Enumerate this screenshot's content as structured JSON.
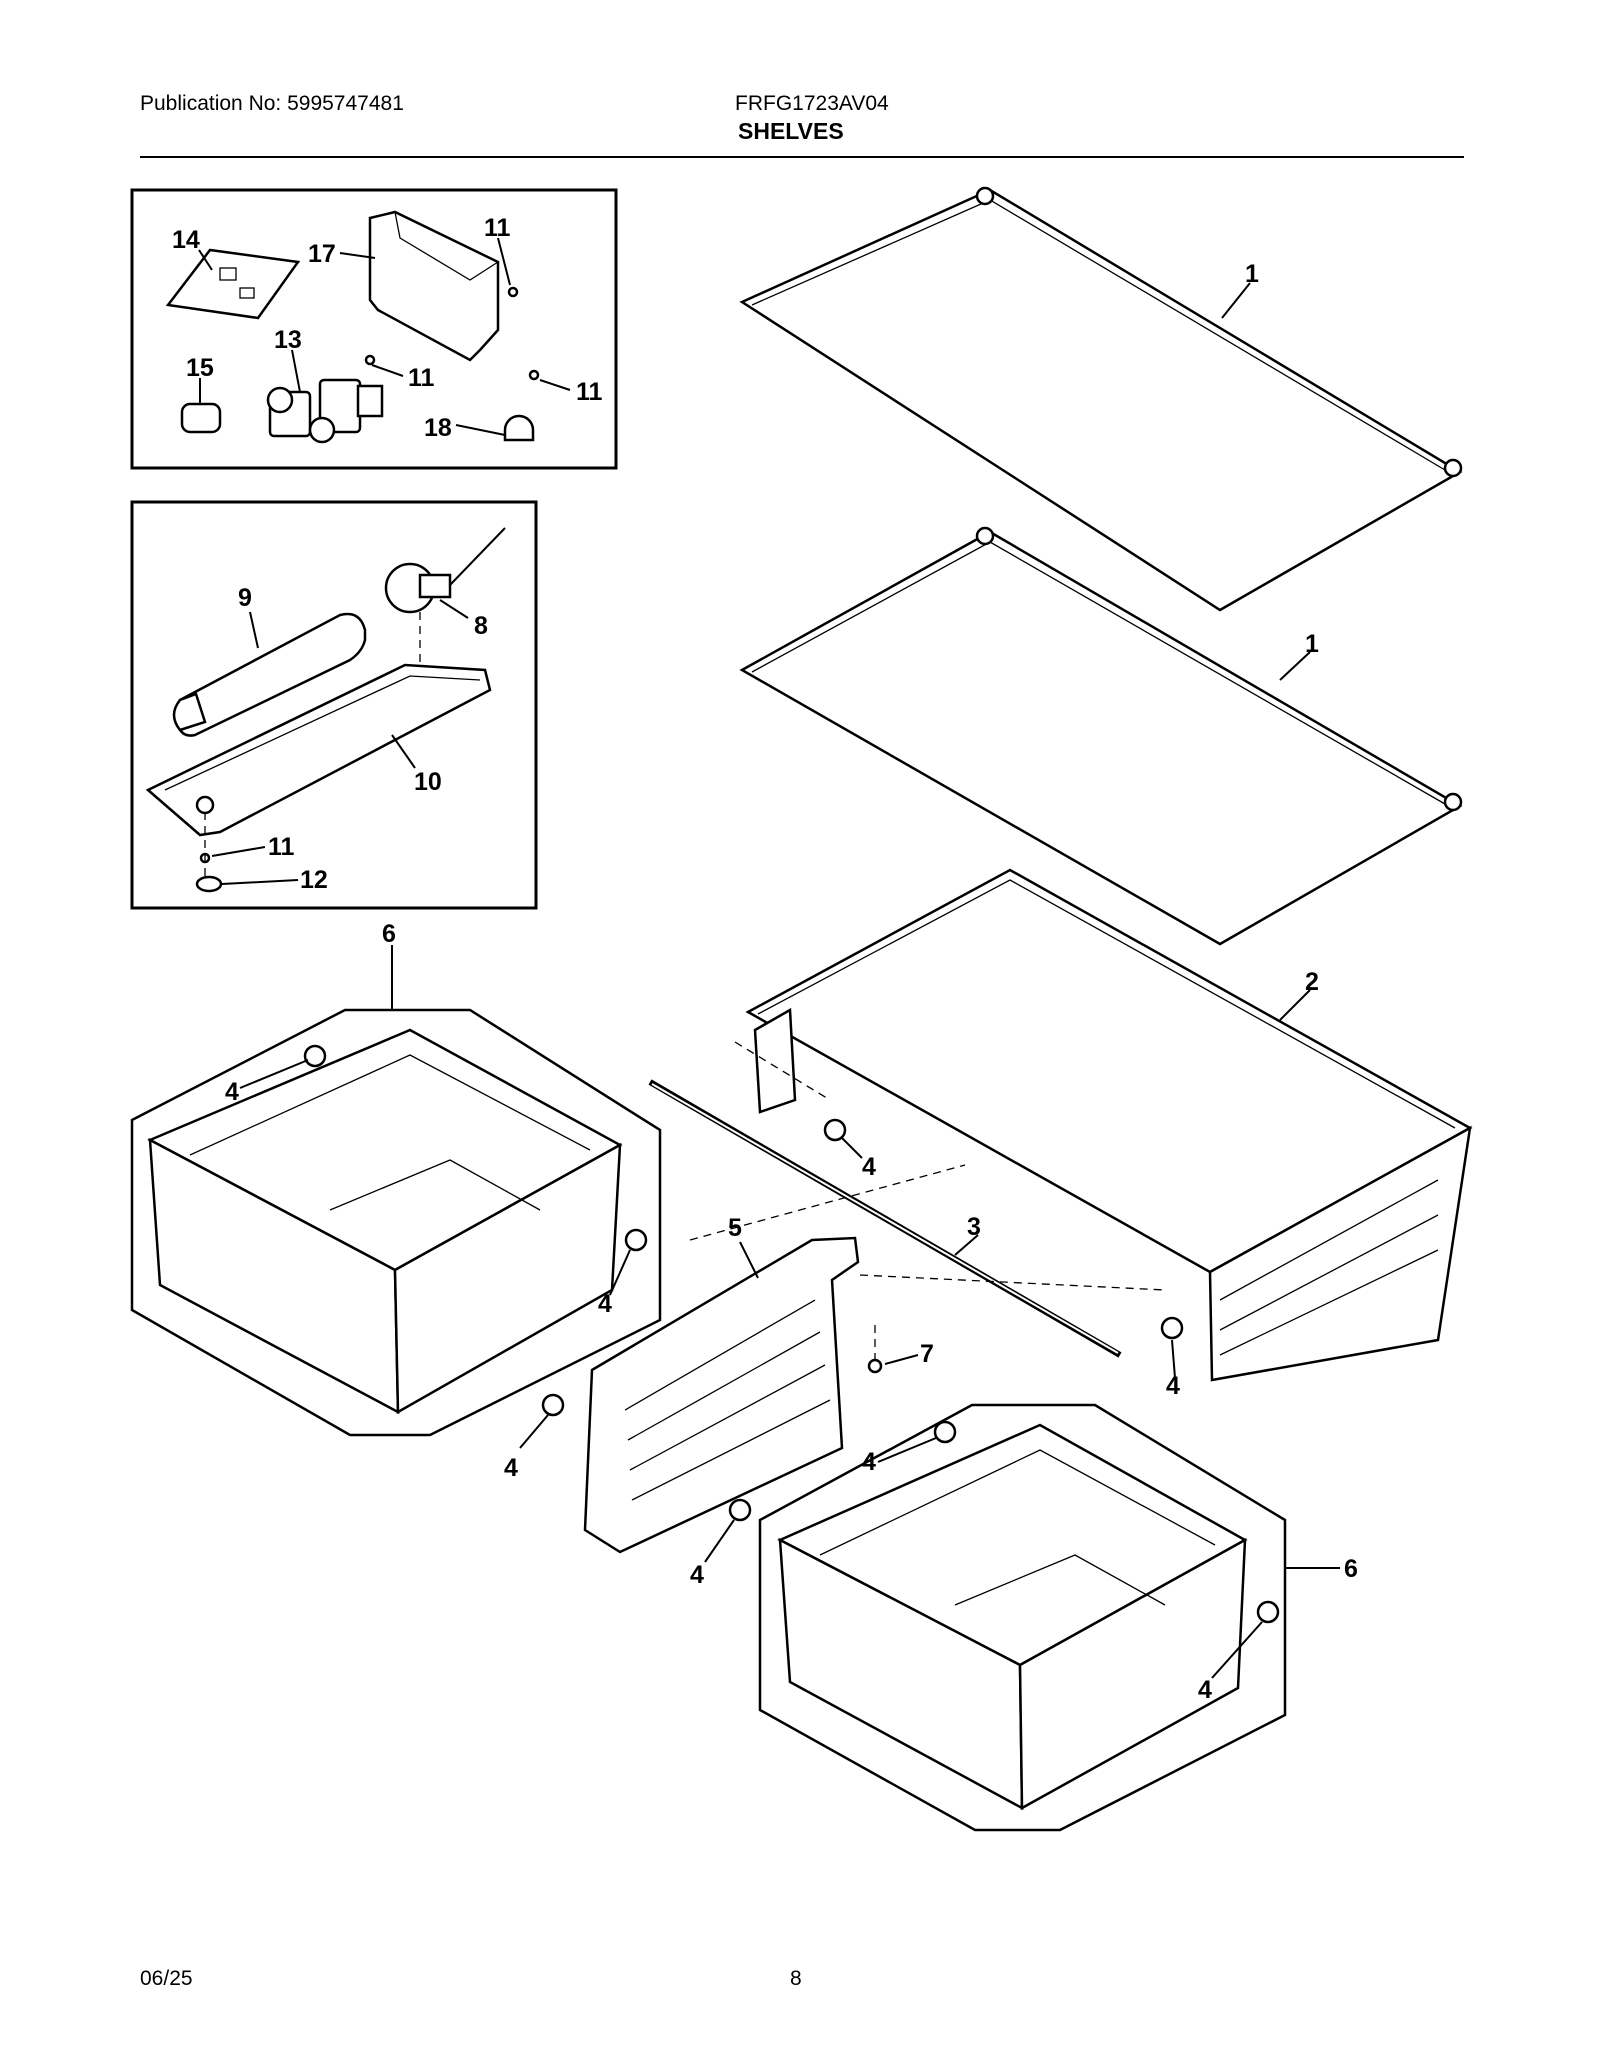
{
  "header": {
    "publication": "Publication No: 5995747481",
    "model": "FRFG1723AV04",
    "title": "SHELVES"
  },
  "footer": {
    "date": "06/25",
    "page": "8"
  },
  "callouts": {
    "c14": "14",
    "c17": "17",
    "c11a": "11",
    "c13": "13",
    "c11b": "11",
    "c11c": "11",
    "c15": "15",
    "c18": "18",
    "c9": "9",
    "c8": "8",
    "c10": "10",
    "c11d": "11",
    "c12": "12",
    "c1a": "1",
    "c1b": "1",
    "c2": "2",
    "c3": "3",
    "c5": "5",
    "c7": "7",
    "c6a": "6",
    "c6b": "6",
    "c4a": "4",
    "c4b": "4",
    "c4c": "4",
    "c4d": "4",
    "c4e": "4",
    "c4f": "4",
    "c4g": "4",
    "c4h": "4"
  }
}
